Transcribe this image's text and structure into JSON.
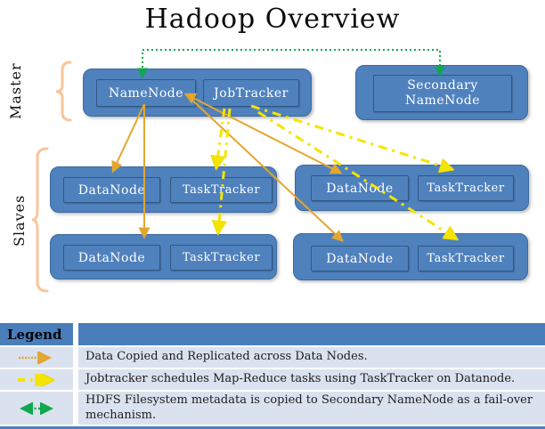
{
  "title": "Hadoop Overview",
  "groups": {
    "master_label": "Master",
    "slaves_label": "Slaves"
  },
  "master": {
    "namenode": "NameNode",
    "jobtracker": "JobTracker",
    "secondary_namenode": "Secondary NameNode"
  },
  "slaves": {
    "nodes": [
      {
        "datanode": "DataNode",
        "tasktracker": "TaskTracker"
      },
      {
        "datanode": "DataNode",
        "tasktracker": "TaskTracker"
      },
      {
        "datanode": "DataNode",
        "tasktracker": "TaskTracker"
      },
      {
        "datanode": "DataNode",
        "tasktracker": "TaskTracker"
      }
    ]
  },
  "legend": {
    "header": "Legend",
    "rows": [
      {
        "icon": "solid-gold-arrow",
        "text": "Data Copied and Replicated across Data Nodes."
      },
      {
        "icon": "yellow-dash-dot-arrow",
        "text": "Jobtracker schedules Map-Reduce tasks using TaskTracker on Datanode."
      },
      {
        "icon": "green-dotted-double-arrow",
        "text": "HDFS Filesystem metadata is copied to Secondary NameNode as a fail-over mechanism."
      }
    ]
  },
  "connections": [
    {
      "style": "solid-gold",
      "from": "NameNode",
      "to": "DataNode (top-left)"
    },
    {
      "style": "solid-gold",
      "from": "NameNode",
      "to": "DataNode (bottom-left)"
    },
    {
      "style": "solid-gold",
      "from": "NameNode",
      "to": "DataNode (top-right)",
      "double_headed": true
    },
    {
      "style": "solid-gold",
      "from": "NameNode",
      "to": "DataNode (bottom-right)"
    },
    {
      "style": "yellow-dash-dot",
      "from": "JobTracker",
      "to": "TaskTracker (top-left)"
    },
    {
      "style": "yellow-dash-dot",
      "from": "JobTracker",
      "to": "TaskTracker (bottom-left)"
    },
    {
      "style": "yellow-dash-dot",
      "from": "JobTracker",
      "to": "TaskTracker (top-right)"
    },
    {
      "style": "yellow-dash-dot",
      "from": "JobTracker",
      "to": "TaskTracker (bottom-right)"
    },
    {
      "style": "green-dotted",
      "from": "NameNode",
      "to": "Secondary NameNode",
      "double_headed": true
    }
  ],
  "colors": {
    "box_fill": "#4f81bd",
    "box_border": "#2e5984",
    "solid_arrow": "#e3a72f",
    "dash_dot_arrow": "#f5e400",
    "dotted_arrow": "#0fa84e",
    "brace": "#f8c59b",
    "legend_header_bg": "#4a7ebb",
    "legend_row_bg": "#dbe2ef",
    "text_on_box": "#ffffff"
  }
}
